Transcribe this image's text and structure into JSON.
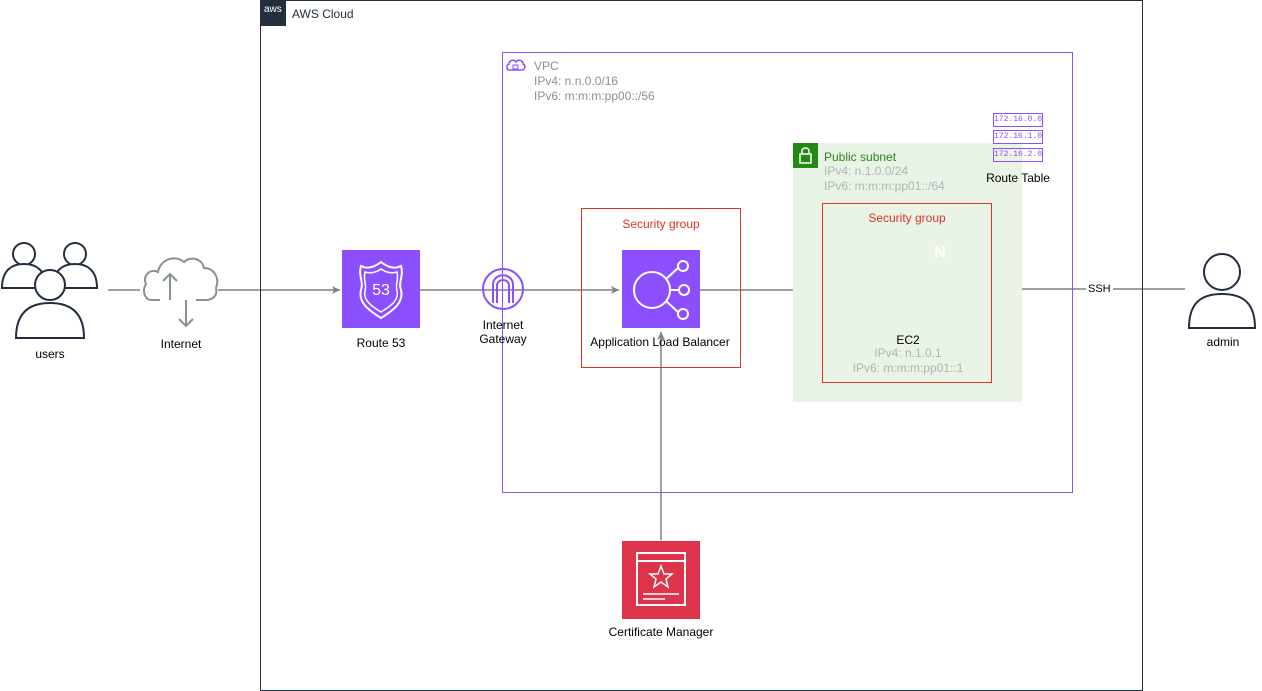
{
  "aws_cloud": {
    "label": "AWS Cloud",
    "logo_text": "aws"
  },
  "vpc": {
    "label": "VPC",
    "ipv4": "IPv4: n.n.0.0/16",
    "ipv6": "IPv6: m:m:m:pp00::/56"
  },
  "public_subnet": {
    "label": "Public subnet",
    "ipv4": "IPv4: n.1.0.0/24",
    "ipv6": "IPv6: m:m:m:pp01::/64"
  },
  "route_table": {
    "label": "Route Table",
    "rows": [
      "172.16.0.0",
      "172.16.1.0",
      "172.16.2.0"
    ]
  },
  "security_groups": [
    {
      "label": "Security group"
    },
    {
      "label": "Security group"
    }
  ],
  "nodes": {
    "users": "users",
    "internet": "Internet",
    "route53": "Route 53",
    "route53_badge": "53",
    "igw_line1": "Internet",
    "igw_line2": "Gateway",
    "alb": "Application Load Balancer",
    "ec2": "EC2",
    "ec2_ipv4": "IPv4: n.1.0.1",
    "ec2_ipv6": "IPv6: m:m:m:pp01::1",
    "nginx_letter": "N",
    "admin": "admin",
    "acm": "Certificate Manager"
  },
  "edges": {
    "ssh_label": "SSH"
  },
  "colors": {
    "aws_dark": "#232f3e",
    "vpc_purple": "#8c4fff",
    "subnet_green": "#248814",
    "subnet_fill": "#e9f3e6",
    "security_red": "#dd3522",
    "route53_purple": "#8c4fff",
    "ec2_orange": "#ed7100",
    "acm_red": "#dd344c",
    "connector_grey": "#808080"
  },
  "icons": [
    "aws-logo-icon",
    "vpc-cloud-icon",
    "lock-icon",
    "users-icon",
    "cloud-upload-download-icon",
    "route53-shield-icon",
    "internet-gateway-icon",
    "load-balancer-icon",
    "ec2-chip-icon",
    "nginx-icon",
    "key-lock-icon",
    "admin-user-icon",
    "certificate-icon"
  ]
}
